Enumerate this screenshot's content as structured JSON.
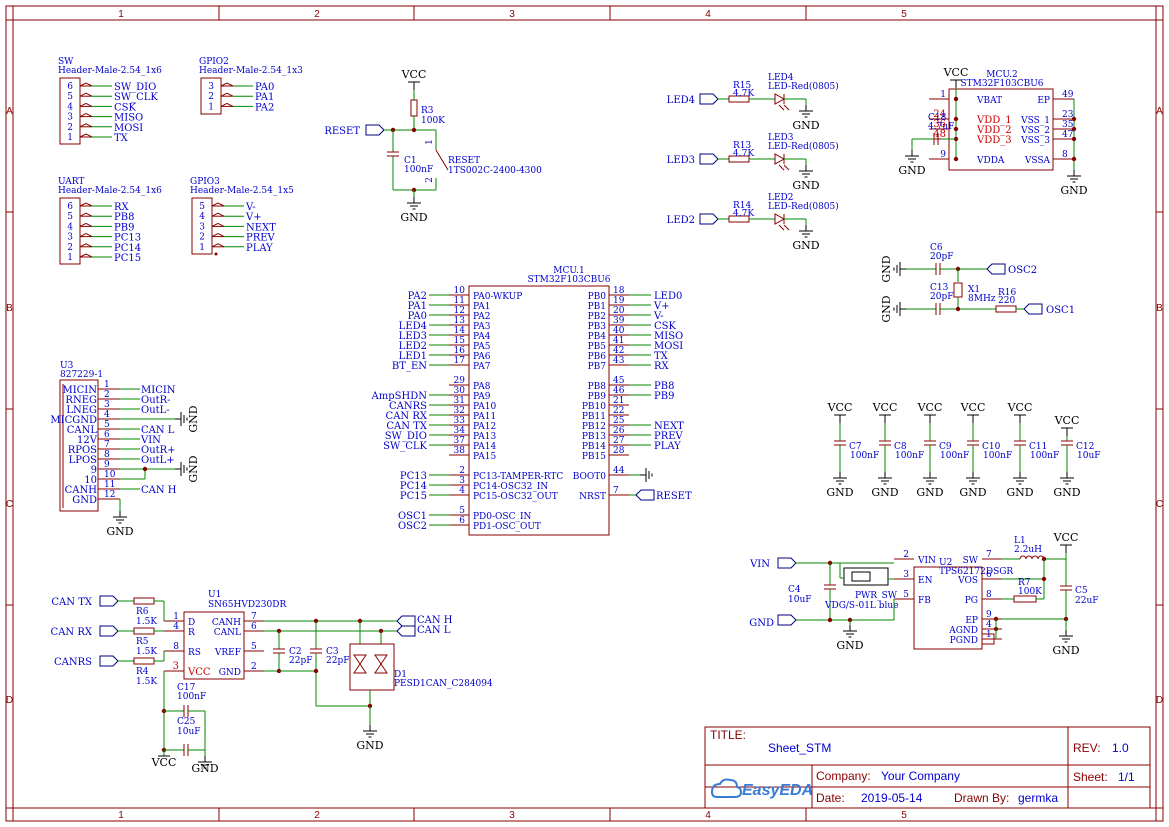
{
  "frame": {
    "columns": [
      "1",
      "2",
      "3",
      "4",
      "5"
    ],
    "rows": [
      "A",
      "B",
      "C",
      "D"
    ]
  },
  "title_block": {
    "title_label": "TITLE:",
    "title": "Sheet_STM",
    "rev_label": "REV:",
    "rev": "1.0",
    "company_label": "Company:",
    "company": "Your Company",
    "sheet_label": "Sheet:",
    "sheet": "1/1",
    "date_label": "Date:",
    "date": "2019-05-14",
    "drawn_label": "Drawn By:",
    "drawn": "germka",
    "logo": "EasyEDA"
  },
  "headers": [
    {
      "ref": "SW",
      "part": "Header-Male-2.54_1x6",
      "pins": [
        "6",
        "5",
        "4",
        "3",
        "2",
        "1"
      ],
      "nets": [
        "SW_DIO",
        "SW_CLK",
        "CSK",
        "MISO",
        "MOSI",
        "TX"
      ]
    },
    {
      "ref": "GPIO2",
      "part": "Header-Male-2.54_1x3",
      "pins": [
        "3",
        "2",
        "1"
      ],
      "nets": [
        "PA0",
        "PA1",
        "PA2"
      ]
    },
    {
      "ref": "UART",
      "part": "Header-Male-2.54_1x6",
      "pins": [
        "6",
        "5",
        "4",
        "3",
        "2",
        "1"
      ],
      "nets": [
        "RX",
        "PB8",
        "PB9",
        "PC13",
        "PC14",
        "PC15"
      ]
    },
    {
      "ref": "GPIO3",
      "part": "Header-Male-2.54_1x5",
      "pins": [
        "5",
        "4",
        "3",
        "2",
        "1"
      ],
      "nets": [
        "V-",
        "V+",
        "NEXT",
        "PREV",
        "PLAY"
      ]
    }
  ],
  "reset": {
    "vcc": "VCC",
    "r_ref": "R3",
    "r_val": "100K",
    "net": "RESET",
    "c_ref": "C1",
    "c_val": "100nF",
    "sw_ref": "RESET",
    "sw_part": "1TS002C-2400-4300",
    "gnd": "GND",
    "pin1": "1",
    "pin2": "2"
  },
  "leds": [
    {
      "net": "LED4",
      "r_ref": "R15",
      "r_val": "4.7K",
      "d_ref": "LED4",
      "d_part": "LED-Red(0805)",
      "gnd": "GND"
    },
    {
      "net": "LED3",
      "r_ref": "R13",
      "r_val": "4.7K",
      "d_ref": "LED3",
      "d_part": "LED-Red(0805)",
      "gnd": "GND"
    },
    {
      "net": "LED2",
      "r_ref": "R14",
      "r_val": "4.7K",
      "d_ref": "LED2",
      "d_part": "LED-Red(0805)",
      "gnd": "GND"
    }
  ],
  "mcu2": {
    "ref": "MCU.2",
    "part": "STM32F103CBU6",
    "vcc": "VCC",
    "c_ref": "C18",
    "c_val": "4.7uF",
    "gnd": "GND",
    "left": [
      {
        "num": "1",
        "name": "VBAT"
      },
      {
        "num": "24",
        "name": "VDD_1"
      },
      {
        "num": "36",
        "name": "VDD_2"
      },
      {
        "num": "48",
        "name": "VDD_3"
      },
      {
        "num": "9",
        "name": "VDDA"
      }
    ],
    "right": [
      {
        "num": "49",
        "name": "EP"
      },
      {
        "num": "23",
        "name": "VSS_1"
      },
      {
        "num": "35",
        "name": "VSS_2"
      },
      {
        "num": "47",
        "name": "VSS_3"
      },
      {
        "num": "8",
        "name": "VSSA"
      }
    ]
  },
  "osc": {
    "c6_ref": "C6",
    "c6_val": "20pF",
    "osc2": "OSC2",
    "c13_ref": "C13",
    "c13_val": "20pF",
    "x_ref": "X1",
    "x_val": "8MHz",
    "r_ref": "R16",
    "r_val": "220",
    "osc1": "OSC1",
    "gnd": "GND"
  },
  "mcu1": {
    "ref": "MCU.1",
    "part": "STM32F103CBU6",
    "left": [
      {
        "net": "PA2",
        "num": "10",
        "name": "PA0-WKUP"
      },
      {
        "net": "PA1",
        "num": "11",
        "name": "PA1"
      },
      {
        "net": "PA0",
        "num": "12",
        "name": "PA2"
      },
      {
        "net": "LED4",
        "num": "13",
        "name": "PA3"
      },
      {
        "net": "LED3",
        "num": "14",
        "name": "PA4"
      },
      {
        "net": "LED2",
        "num": "15",
        "name": "PA5"
      },
      {
        "net": "LED1",
        "num": "16",
        "name": "PA6"
      },
      {
        "net": "BT_EN",
        "num": "17",
        "name": "PA7"
      },
      {
        "net": "",
        "num": "29",
        "name": "PA8"
      },
      {
        "net": "AmpSHDN",
        "num": "30",
        "name": "PA9"
      },
      {
        "net": "CANRS",
        "num": "31",
        "name": "PA10"
      },
      {
        "net": "CAN RX",
        "num": "32",
        "name": "PA11"
      },
      {
        "net": "CAN TX",
        "num": "33",
        "name": "PA12"
      },
      {
        "net": "SW_DIO",
        "num": "34",
        "name": "PA13"
      },
      {
        "net": "SW_CLK",
        "num": "37",
        "name": "PA14"
      },
      {
        "net": "",
        "num": "38",
        "name": "PA15"
      },
      {
        "net": "PC13",
        "num": "2",
        "name": "PC13-TAMPER-RTC"
      },
      {
        "net": "PC14",
        "num": "3",
        "name": "PC14-OSC32_IN"
      },
      {
        "net": "PC15",
        "num": "4",
        "name": "PC15-OSC32_OUT"
      },
      {
        "net": "OSC1",
        "num": "5",
        "name": "PD0-OSC_IN"
      },
      {
        "net": "OSC2",
        "num": "6",
        "name": "PD1-OSC_OUT"
      }
    ],
    "right": [
      {
        "net": "LED0",
        "num": "18",
        "name": "PB0"
      },
      {
        "net": "V+",
        "num": "19",
        "name": "PB1"
      },
      {
        "net": "V-",
        "num": "20",
        "name": "PB2"
      },
      {
        "net": "CSK",
        "num": "39",
        "name": "PB3"
      },
      {
        "net": "MISO",
        "num": "40",
        "name": "PB4"
      },
      {
        "net": "MOSI",
        "num": "41",
        "name": "PB5"
      },
      {
        "net": "TX",
        "num": "42",
        "name": "PB6"
      },
      {
        "net": "RX",
        "num": "43",
        "name": "PB7"
      },
      {
        "net": "PB8",
        "num": "45",
        "name": "PB8"
      },
      {
        "net": "PB9",
        "num": "46",
        "name": "PB9"
      },
      {
        "net": "",
        "num": "21",
        "name": "PB10"
      },
      {
        "net": "",
        "num": "22",
        "name": "PB11"
      },
      {
        "net": "NEXT",
        "num": "25",
        "name": "PB12"
      },
      {
        "net": "PREV",
        "num": "26",
        "name": "PB13"
      },
      {
        "net": "PLAY",
        "num": "27",
        "name": "PB14"
      },
      {
        "net": "",
        "num": "28",
        "name": "PB15"
      },
      {
        "net": "",
        "num": "44",
        "name": "BOOT0"
      },
      {
        "net": "RESET",
        "num": "7",
        "name": "NRST"
      }
    ]
  },
  "u3": {
    "ref": "U3",
    "part": "827229-1",
    "gnd": "GND",
    "pins": [
      {
        "name": "MICIN",
        "num": "1",
        "net": "MICIN"
      },
      {
        "name": "RNEG",
        "num": "2",
        "net": "OutR-"
      },
      {
        "name": "LNEG",
        "num": "3",
        "net": "OutL-"
      },
      {
        "name": "MICGND",
        "num": "4",
        "net": ""
      },
      {
        "name": "CANL",
        "num": "5",
        "net": "CAN L"
      },
      {
        "name": "12V",
        "num": "6",
        "net": "VIN"
      },
      {
        "name": "RPOS",
        "num": "7",
        "net": "OutR+"
      },
      {
        "name": "LPOS",
        "num": "8",
        "net": "OutL+"
      },
      {
        "name": "9",
        "num": "9",
        "net": ""
      },
      {
        "name": "10",
        "num": "10",
        "net": ""
      },
      {
        "name": "CANH",
        "num": "11",
        "net": "CAN H"
      },
      {
        "name": "GND",
        "num": "12",
        "net": ""
      }
    ]
  },
  "decoupling": [
    {
      "vcc": "VCC",
      "ref": "C7",
      "val": "100nF",
      "gnd": "GND"
    },
    {
      "vcc": "VCC",
      "ref": "C8",
      "val": "100nF",
      "gnd": "GND"
    },
    {
      "vcc": "VCC",
      "ref": "C9",
      "val": "100nF",
      "gnd": "GND"
    },
    {
      "vcc": "VCC",
      "ref": "C10",
      "val": "100nF",
      "gnd": "GND"
    },
    {
      "vcc": "VCC",
      "ref": "C11",
      "val": "100nF",
      "gnd": "GND"
    },
    {
      "vcc": "VCC",
      "ref": "C12",
      "val": "10uF",
      "gnd": "GND"
    }
  ],
  "u2": {
    "ref": "U2",
    "part": "TPS62172DSGR",
    "vin": "VIN",
    "vcc": "VCC",
    "gnd": "GND",
    "l_ref": "L1",
    "l_val": "2.2uH",
    "c4_ref": "C4",
    "c4_val": "10uF",
    "c5_ref": "C5",
    "c5_val": "22uF",
    "r_ref": "R7",
    "r_val": "100K",
    "sw_ref": "PWR_SW",
    "sw_part": "VDG/S-01L blue",
    "left": [
      {
        "num": "2",
        "name": "VIN"
      },
      {
        "num": "3",
        "name": "EN"
      },
      {
        "num": "5",
        "name": "FB"
      }
    ],
    "right": [
      {
        "num": "7",
        "name": "SW"
      },
      {
        "num": "6",
        "name": "VOS"
      },
      {
        "num": "8",
        "name": "PG"
      },
      {
        "num": "9",
        "name": "EP"
      },
      {
        "num": "4",
        "name": "AGND"
      },
      {
        "num": "1",
        "name": "PGND"
      }
    ]
  },
  "u1": {
    "ref": "U1",
    "part": "SN65HVD230DR",
    "vcc": "VCC",
    "gnd": "GND",
    "nets_in": [
      "CAN TX",
      "CAN RX",
      "CANRS"
    ],
    "r6_ref": "R6",
    "r6_val": "1.5K",
    "r5_ref": "R5",
    "r5_val": "1.5K",
    "r4_ref": "R4",
    "r4_val": "1.5K",
    "c17_ref": "C17",
    "c17_val": "100nF",
    "c25_ref": "C25",
    "c25_val": "10uF",
    "c2_ref": "C2",
    "c2_val": "22pF",
    "c3_ref": "C3",
    "c3_val": "22pF",
    "d_ref": "D1",
    "d_part": "PESD1CAN_C284094",
    "left": [
      {
        "num": "1",
        "name": "D"
      },
      {
        "num": "4",
        "name": "R"
      },
      {
        "num": "8",
        "name": "RS"
      },
      {
        "num": "3",
        "name": "VCC"
      }
    ],
    "right": [
      {
        "num": "7",
        "name": "CANH"
      },
      {
        "num": "6",
        "name": "CANL"
      },
      {
        "num": "5",
        "name": "VREF"
      },
      {
        "num": "2",
        "name": "GND"
      }
    ],
    "out": [
      "CAN H",
      "CAN L"
    ]
  }
}
